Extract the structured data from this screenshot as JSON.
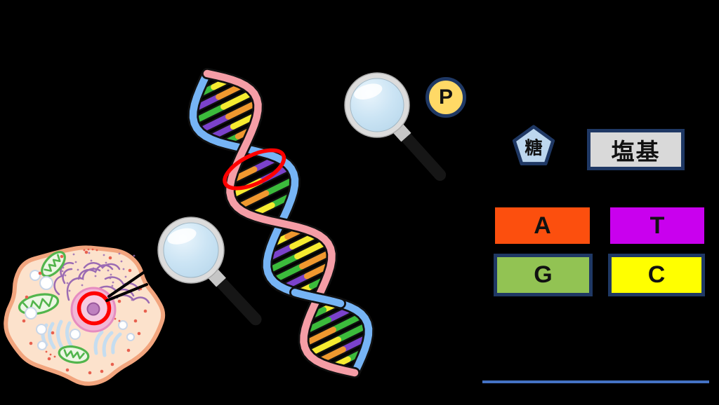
{
  "background": "#000000",
  "phosphate": {
    "label": "P",
    "fill": "#FFD966",
    "border": "#1F3864"
  },
  "sugar": {
    "label": "糖",
    "fill": "#BDD7EE",
    "border": "#1F3864"
  },
  "base_box": {
    "label": "塩基",
    "fill": "#D9D9D9",
    "border": "#1F3864"
  },
  "bases": [
    {
      "label": "A",
      "fill": "#FC4F0E",
      "border": null
    },
    {
      "label": "T",
      "fill": "#C900EE",
      "border": null
    },
    {
      "label": "G",
      "fill": "#92C353",
      "border": "#1F3864"
    },
    {
      "label": "C",
      "fill": "#FFFF00",
      "border": "#1F3864"
    }
  ],
  "underline": {
    "color": "#4472C4"
  },
  "dna": {
    "strand_blue": "#76B4F5",
    "strand_pink": "#F59DA6",
    "outline": "#101010",
    "rung_colors": {
      "green": "#3CBB3C",
      "yellow": "#F6EB30",
      "orange": "#F0982F",
      "purple": "#7B42CB"
    },
    "highlight_ring_color": "#FF0000",
    "bulges": [
      {
        "rungs": [
          [
            "green",
            "yellow"
          ],
          [
            "purple",
            "orange"
          ],
          [
            "green",
            "yellow"
          ],
          [
            "purple",
            "orange"
          ],
          [
            "purple",
            "yellow"
          ],
          [
            "green",
            "orange"
          ]
        ]
      },
      {
        "rungs": [
          [
            "purple",
            "orange"
          ],
          [
            "purple",
            "yellow"
          ],
          [
            "green",
            "orange"
          ],
          [
            "green",
            "yellow"
          ]
        ],
        "highlighted_rung": 0
      },
      {
        "rungs": [
          [
            "yellow",
            "orange"
          ],
          [
            "purple",
            "yellow"
          ],
          [
            "green",
            "yellow"
          ],
          [
            "green",
            "orange"
          ],
          [
            "purple",
            "orange"
          ],
          [
            "yellow",
            "green"
          ]
        ]
      },
      {
        "rungs": [
          [
            "yellow",
            "green"
          ],
          [
            "purple",
            "green"
          ],
          [
            "green",
            "orange"
          ],
          [
            "green",
            "yellow"
          ],
          [
            "purple",
            "orange"
          ],
          [
            "green",
            "yellow"
          ]
        ]
      }
    ]
  },
  "cell": {
    "membrane_stroke": "#F2A57E",
    "cytoplasm_fill": "#FCE2CC",
    "nucleus_fill": "#F2B7D6",
    "nucleus_stroke": "#E68CC0",
    "nucleoplasm_fill": "#F6CBE1",
    "nucleolus_fill": "#BE80BF",
    "nucleolus_stroke": "#99589B",
    "highlight_ring_color": "#FF0000",
    "mitochondria_stroke": "#52B54C",
    "mitochondria_fill": "#EDF7E4",
    "er_golgi_color": "#9B6BB3",
    "smooth_er_color": "#C5DDF0",
    "vesicle_fill": "#FFFFFF",
    "vesicle_stroke": "#C9D6E8",
    "dot_color": "#E8604F"
  },
  "magnifier": {
    "rim": "#DCDCDC",
    "rim_edge": "#AAAAAA",
    "lens_center": "#EAF5FC",
    "lens_mid": "#CBE4F4",
    "lens_edge": "#B9D8EC",
    "handle": "#161616",
    "ferrule": "#C6C6C6",
    "highlight": "#FFFFFF"
  },
  "callout": {
    "color": "#000000"
  },
  "graphics": {
    "cell": "animal-cell-illustration",
    "dna": "dna-double-helix",
    "magnifier_cell": "magnifying-glass-over-cell-nucleus",
    "magnifier_dna": "magnifying-glass-over-dna",
    "dna_highlight": "red-ellipse-around-base-pair",
    "nucleus_highlight": "red-ring-around-nucleolus"
  }
}
